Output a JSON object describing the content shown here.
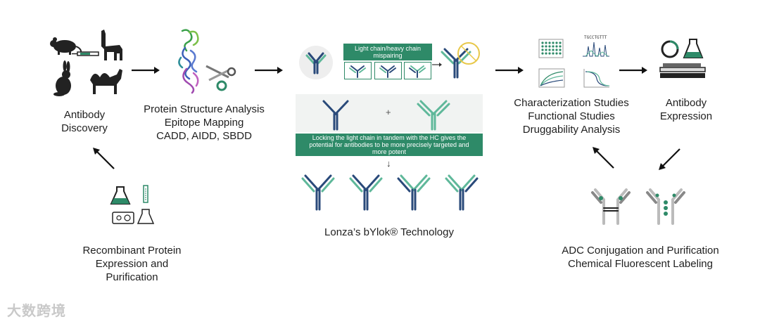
{
  "nodes": {
    "antibody_discovery": [
      "Antibody",
      "Discovery"
    ],
    "protein_structure": [
      "Protein Structure Analysis",
      "Epitope Mapping",
      "CADD, AIDD, SBDD"
    ],
    "bylok": [
      "Lonza’s bYlok® Technology"
    ],
    "characterization": [
      "Characterization Studies",
      "Functional Studies",
      "Druggability Analysis"
    ],
    "antibody_expression": [
      "Antibody",
      "Expression"
    ],
    "adc": [
      "ADC Conjugation and Purification",
      "Chemical Fluorescent Labeling"
    ],
    "recombinant": [
      "Recombinant Protein",
      "Expression and",
      "Purification"
    ]
  },
  "bylok_panel": {
    "mispairing_caption": "Light chain/heavy chain mispairing",
    "plus_sign": "+",
    "locking_caption": "Locking the light chain in tandem with the HC gives the potential for antibodies to be more precisely targeted and more potent",
    "down_arrow": "↓"
  },
  "sequence_text": "TGCCTGTTT",
  "watermark": "大数跨境",
  "colors": {
    "accent_green": "#2e8a68",
    "antibody_navy": "#2a4a7a",
    "antibody_teal": "#5fb89a",
    "arrow": "#111111"
  }
}
